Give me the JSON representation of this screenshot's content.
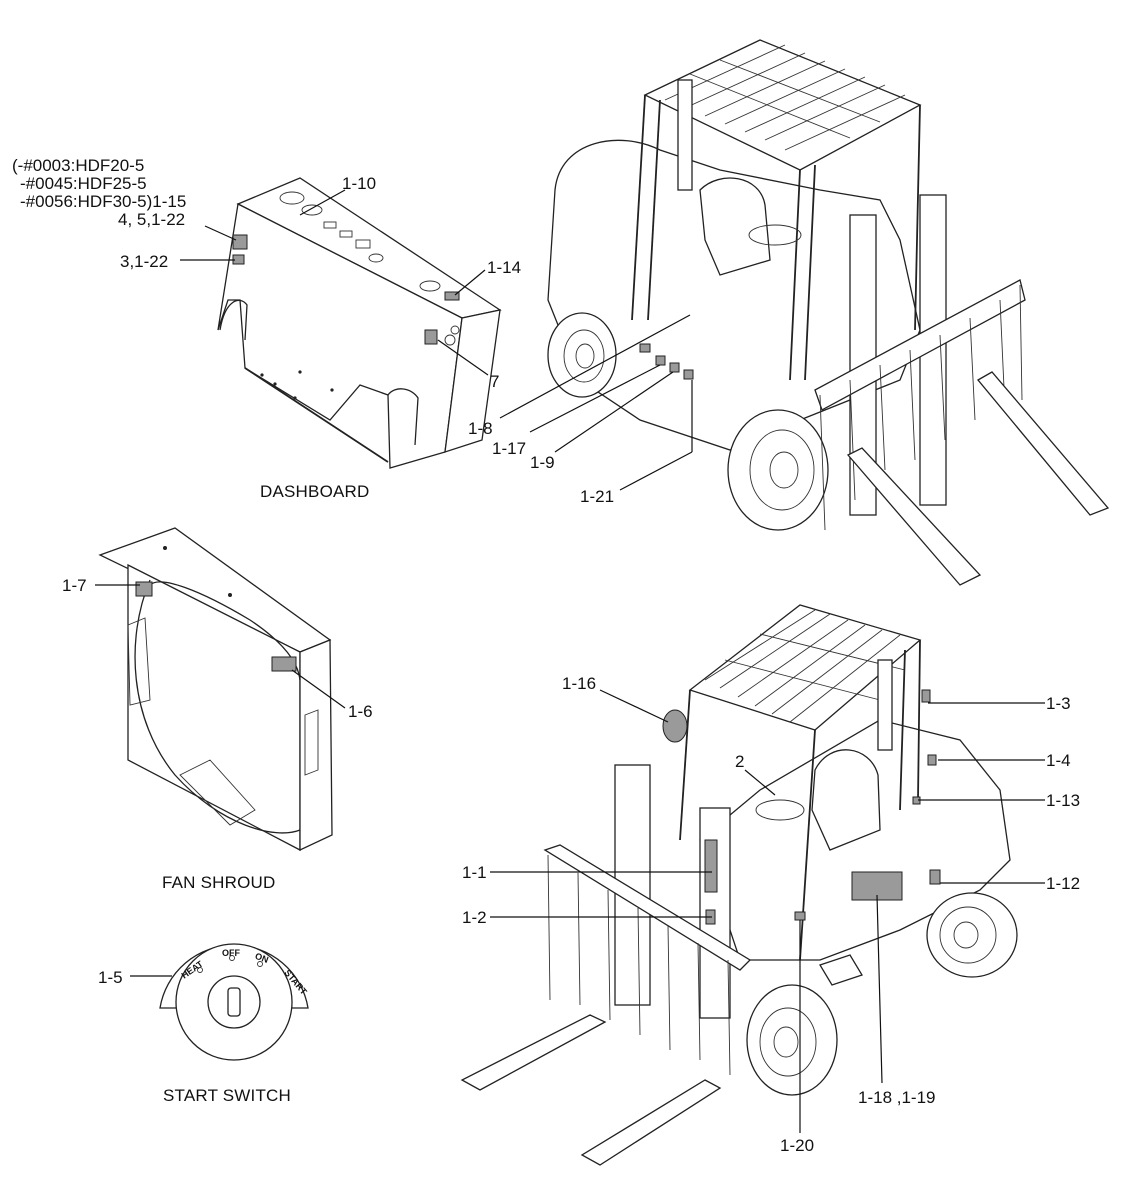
{
  "captions": {
    "dashboard": "DASHBOARD",
    "fan_shroud": "FAN SHROUD",
    "start_switch": "START SWITCH"
  },
  "serial_note": {
    "line1": "(-#0003:HDF20-5",
    "line2": "-#0045:HDF25-5",
    "line3": "-#0056:HDF30-5)1-15",
    "line4": "4, 5,1-22"
  },
  "callouts": {
    "dash_1_10": "1-10",
    "dash_3_1_22": "3,1-22",
    "dash_1_14": "1-14",
    "dash_7": "7",
    "top_1_8": "1-8",
    "top_1_17": "1-17",
    "top_1_9": "1-9",
    "top_1_21": "1-21",
    "fan_1_7": "1-7",
    "fan_1_6": "1-6",
    "switch_1_5": "1-5",
    "bot_1_16": "1-16",
    "bot_1_3": "1-3",
    "bot_2": "2",
    "bot_1_4": "1-4",
    "bot_1_13": "1-13",
    "bot_1_1": "1-1",
    "bot_1_12": "1-12",
    "bot_1_2": "1-2",
    "bot_1_18_19": "1-18 ,1-19",
    "bot_1_20": "1-20"
  },
  "switch_positions": {
    "heat": "HEAT",
    "off": "OFF",
    "on": "ON",
    "start": "START"
  }
}
